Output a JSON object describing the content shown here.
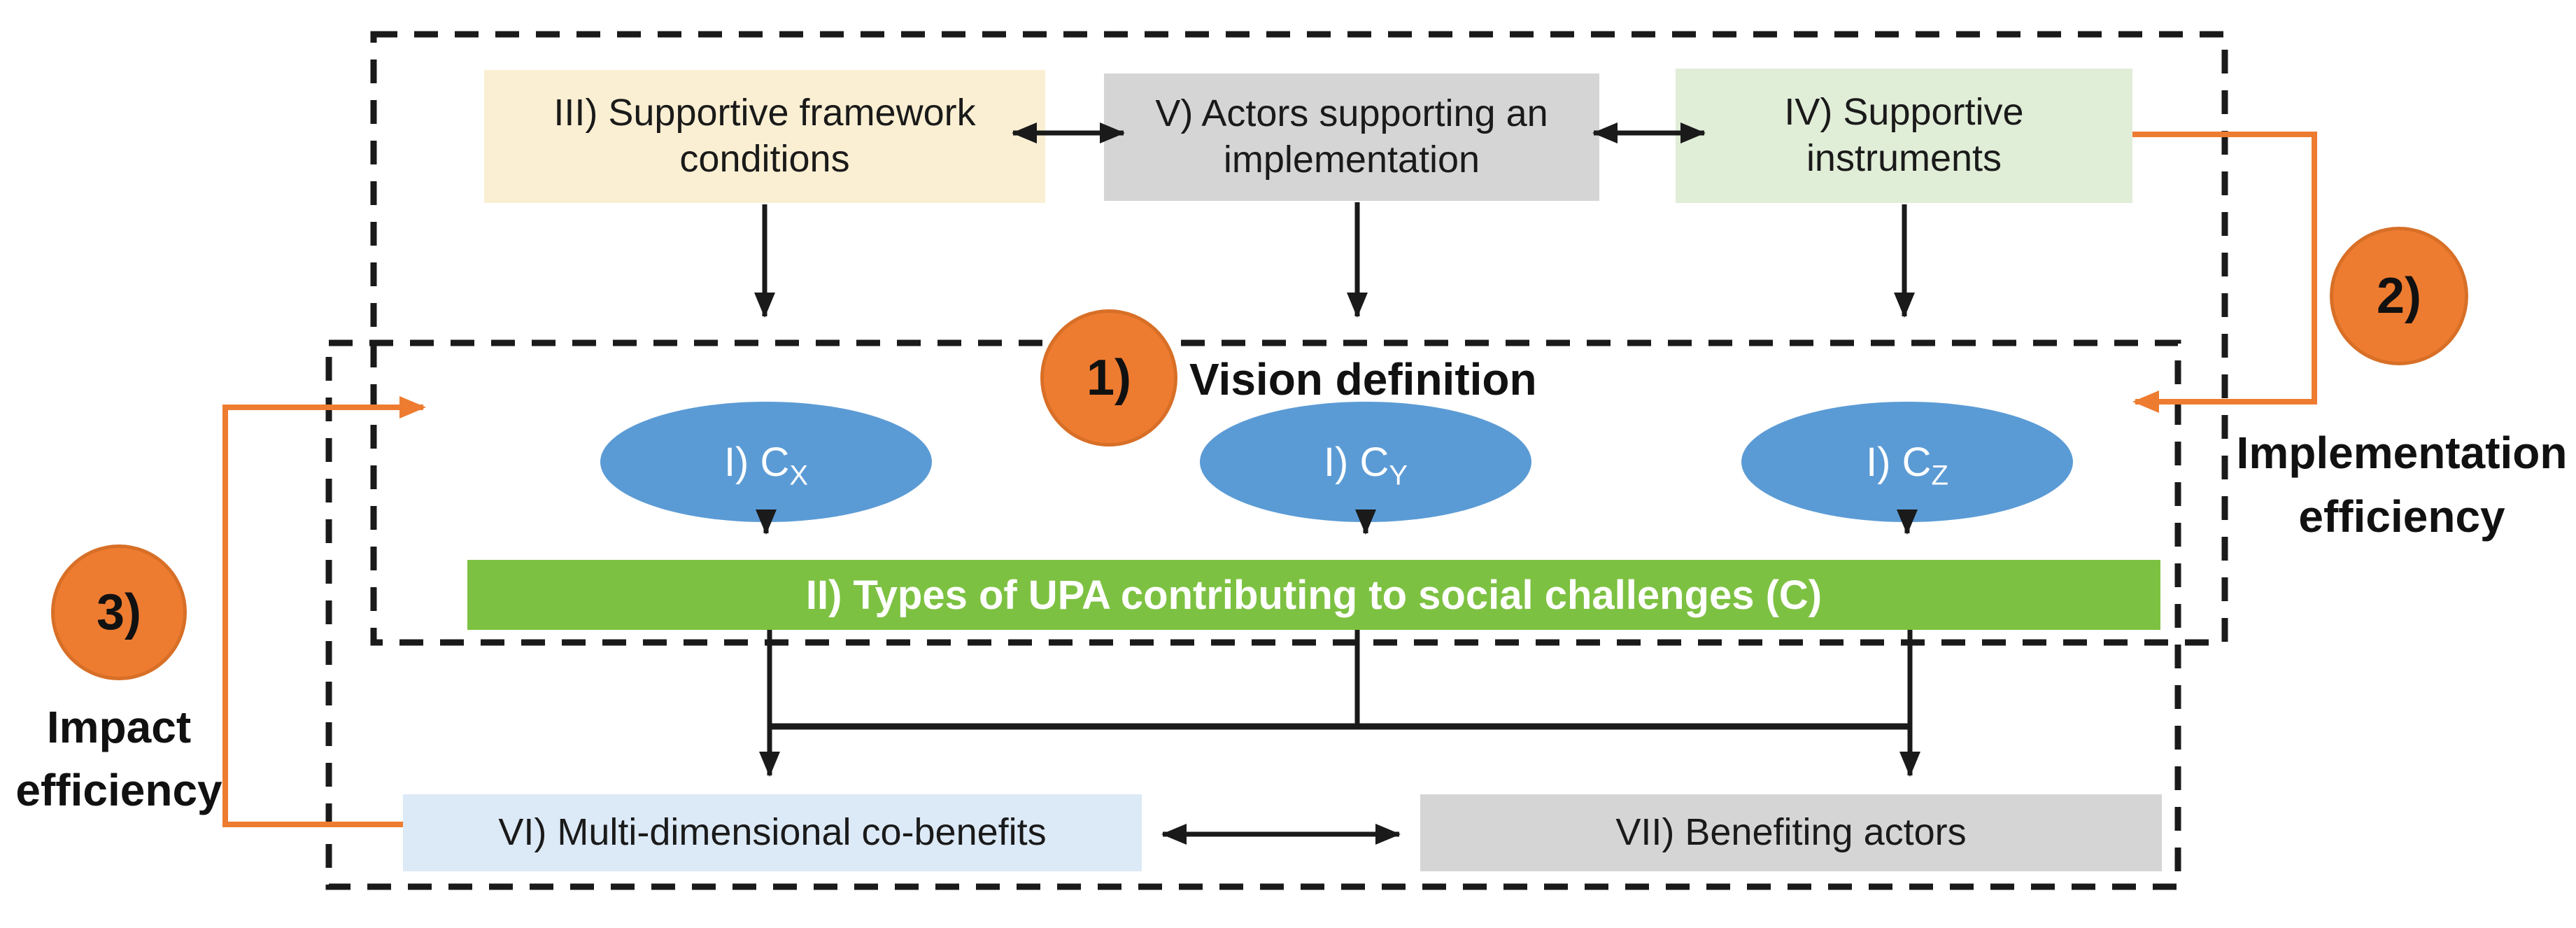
{
  "diagram": {
    "title_hint": "UPA vision and efficiency framework diagram",
    "top_row": [
      {
        "id": "III",
        "label": "III) Supportive framework conditions"
      },
      {
        "id": "V",
        "label": "V) Actors supporting an implementation"
      },
      {
        "id": "IV",
        "label": "IV) Supportive instruments"
      }
    ],
    "vision": {
      "badge": "1)",
      "label": "Vision definition"
    },
    "challenge_ellipses": [
      {
        "main": "I) C",
        "sub": "X"
      },
      {
        "main": "I) C",
        "sub": "Y"
      },
      {
        "main": "I) C",
        "sub": "Z"
      }
    ],
    "upa_bar": {
      "label": "II) Types of UPA contributing to social challenges (C)"
    },
    "bottom_row": [
      {
        "id": "VI",
        "label": "VI) Multi-dimensional co-benefits"
      },
      {
        "id": "VII",
        "label": "VII) Benefiting actors"
      }
    ],
    "badges": {
      "implementation": "2)",
      "impact": "3)"
    },
    "annotations": {
      "implementation": "Implementation efficiency",
      "impact": "Impact efficiency"
    },
    "colors": {
      "cream_box": "#FAEFD2",
      "gray_box": "#D5D5D5",
      "lightgreen_box": "#E0EDD7",
      "blue_ellipse": "#5B9BD5",
      "green_bar": "#7DC142",
      "lightblue_box": "#DCE9F6",
      "orange_accent": "#EE7C30",
      "line_black": "#1a1a1a"
    }
  }
}
